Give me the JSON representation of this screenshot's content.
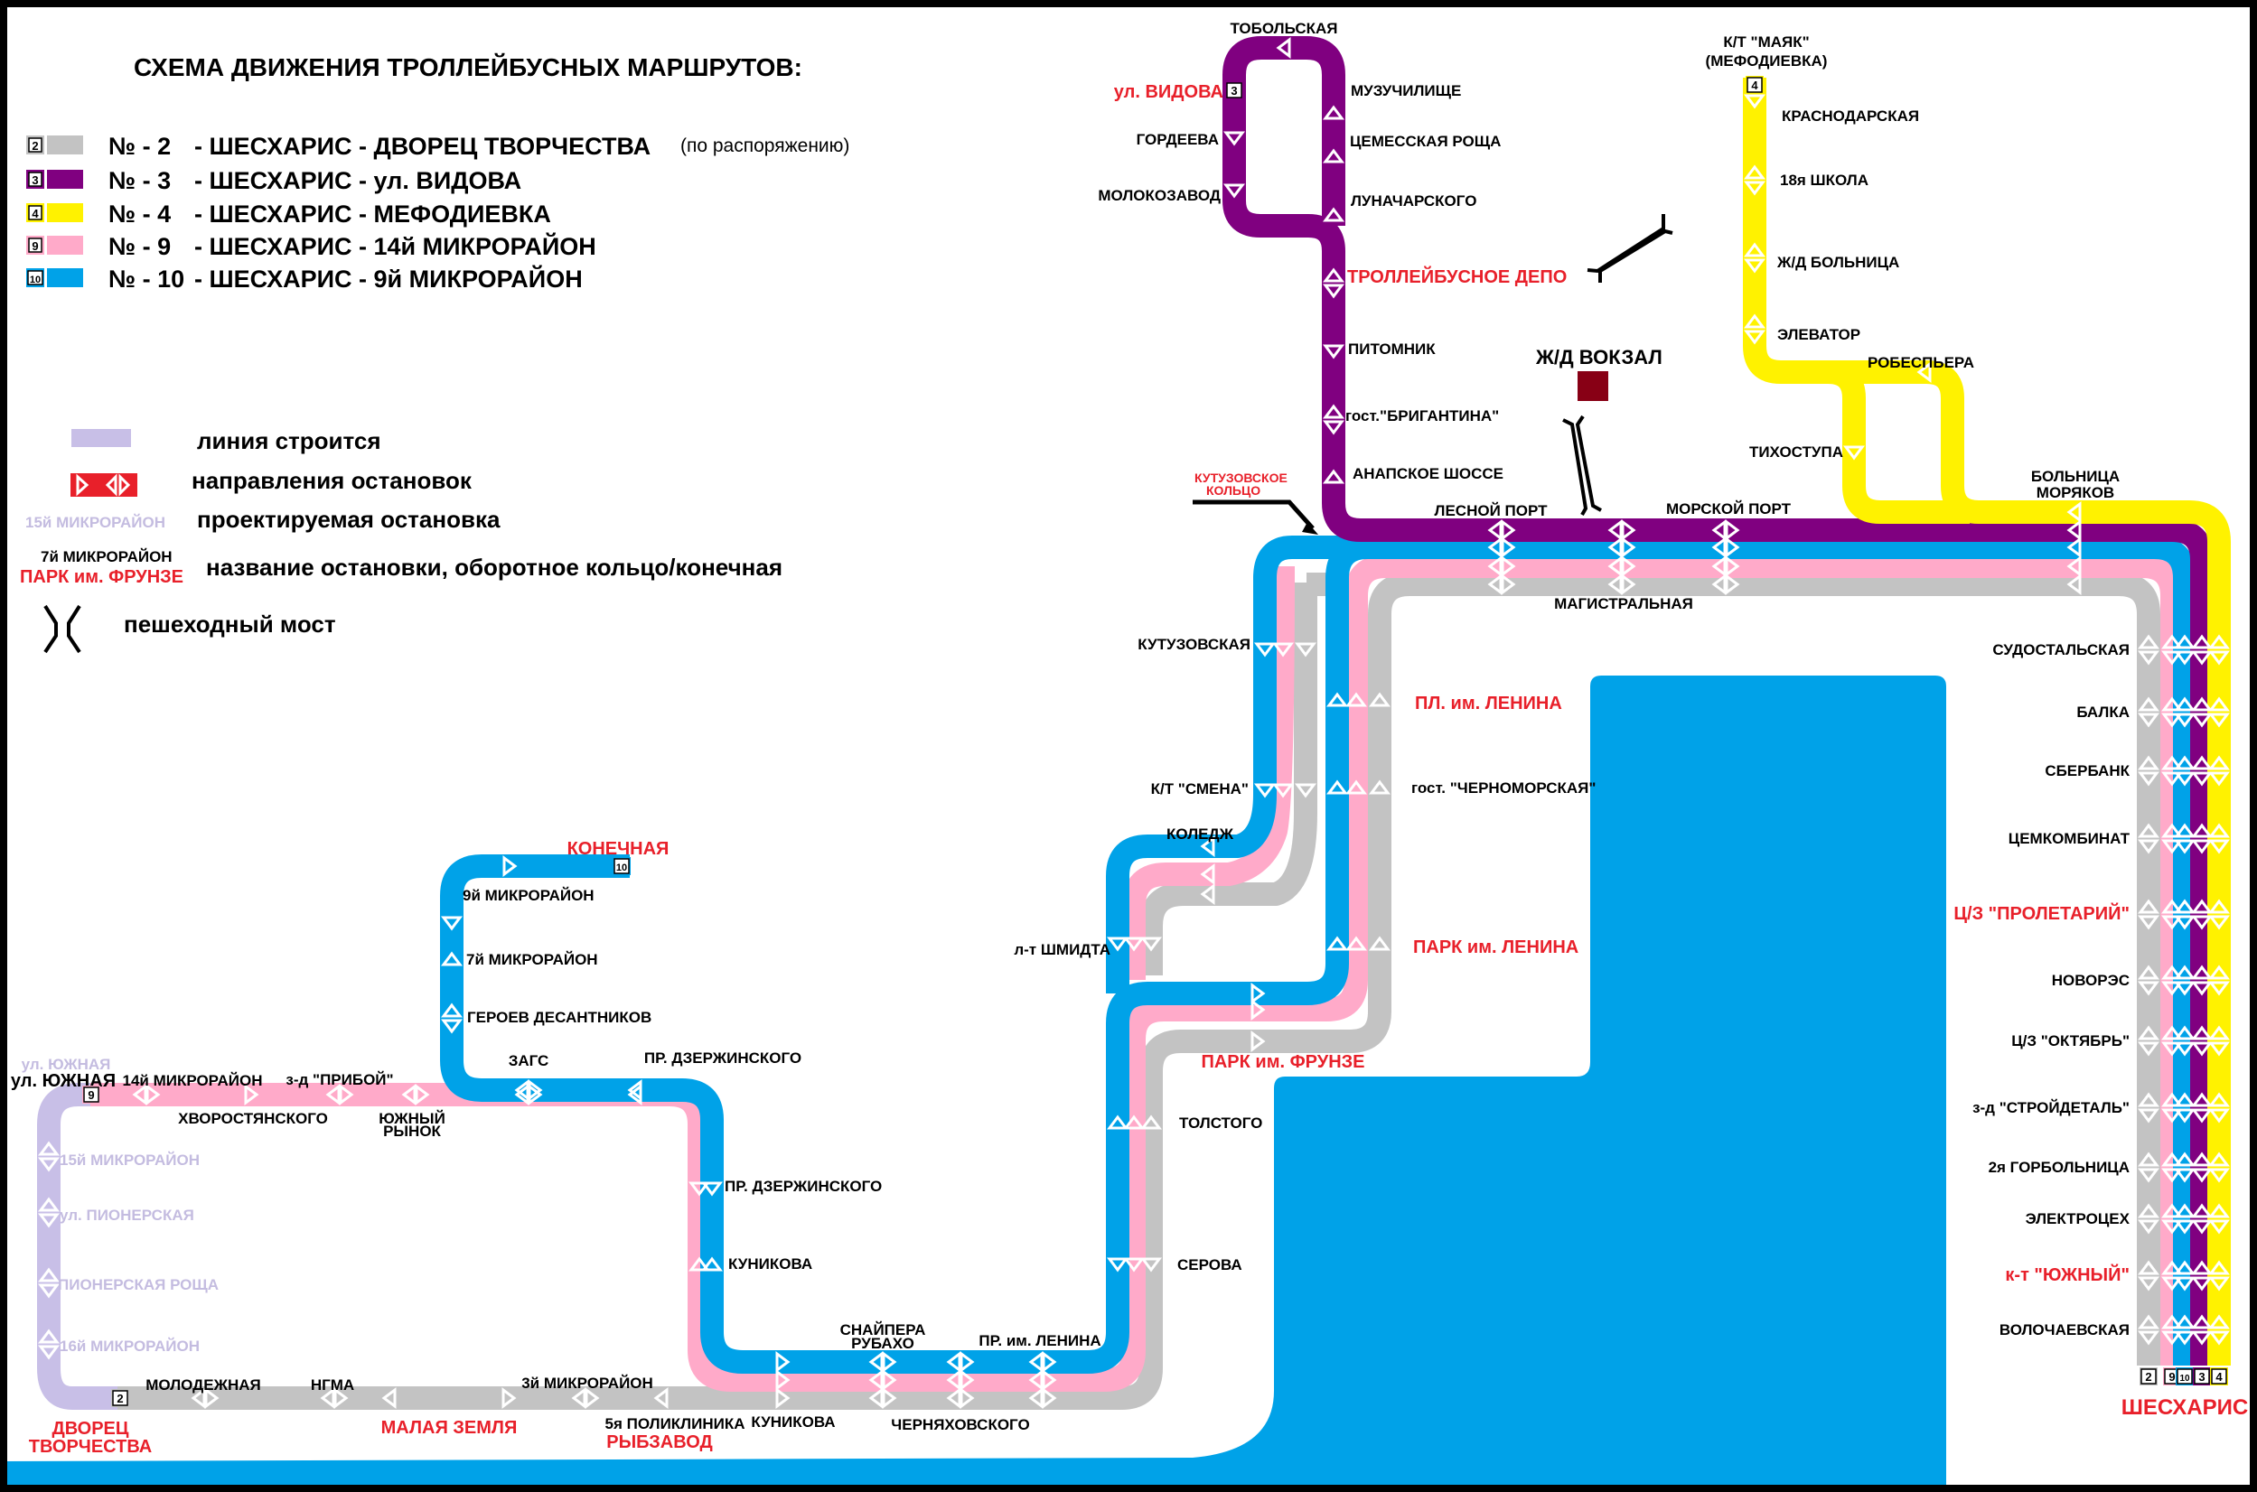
{
  "title": "СХЕМА ДВИЖЕНИЯ ТРОЛЛЕЙБУСНЫХ  МАРШРУТОВ:",
  "colors": {
    "route2": "#c3c3c3",
    "route3": "#800080",
    "route4": "#fff200",
    "route9": "#ffaac9",
    "route10": "#00a2e8",
    "construction": "#c8bfe7",
    "water": "#00a2e8",
    "station_building": "#880015",
    "red_text": "#e8202a"
  },
  "routes_legend": [
    {
      "number": "2",
      "prefix": "№ -  2",
      "text": "- ШЕСХАРИС - ДВОРЕЦ  ТВОРЧЕСТВА",
      "note": "(по распоряжению)",
      "color": "#c3c3c3"
    },
    {
      "number": "3",
      "prefix": "№ -  3",
      "text": "- ШЕСХАРИС - ул. ВИДОВА",
      "note": "",
      "color": "#800080"
    },
    {
      "number": "4",
      "prefix": "№ -  4",
      "text": "- ШЕСХАРИС - МЕФОДИЕВКА",
      "note": "",
      "color": "#fff200"
    },
    {
      "number": "9",
      "prefix": "№ -  9",
      "text": "- ШЕСХАРИС - 14й МИКРОРАЙОН",
      "note": "",
      "color": "#ffaac9"
    },
    {
      "number": "10",
      "prefix": "№ - 10",
      "text": "- ШЕСХАРИС - 9й МИКРОРАЙОН",
      "note": "",
      "color": "#00a2e8"
    }
  ],
  "symbols_legend": {
    "construction": "линия строится",
    "directions": "направления остановок",
    "projected_sample": "15й МИКРОРАЙОН",
    "projected": "проектируемая остановка",
    "name_sample_stop": "7й МИКРОРАЙОН",
    "name_sample_terminal": "ПАРК им. ФРУНЗЕ",
    "name_desc": "название остановки, оборотное кольцо/конечная",
    "bridge": "пешеходный мост"
  },
  "route3_stops": {
    "tobolskaya": "ТОБОЛЬСКАЯ",
    "vidova": "ул. ВИДОВА",
    "gordeeva": "ГОРДЕЕВА",
    "molokozavod": "МОЛОКОЗАВОД",
    "muzuchilische": "МУЗУЧИЛИЩЕ",
    "cemesskaya": "ЦЕМЕССКАЯ РОЩА",
    "lunacharskogo": "ЛУНАЧАРСКОГО",
    "depo": "ТРОЛЛЕЙБУСНОЕ ДЕПО",
    "pitomnik": "ПИТОМНИК",
    "brigantina": "гост.\"БРИГАНТИНА\"",
    "anapskoe": "АНАПСКОЕ ШОССЕ"
  },
  "route4_stops": {
    "mayak_1": "К/Т \"МАЯК\"",
    "mayak_2": "(МЕФОДИЕВКА)",
    "krasnodarskaya": "КРАСНОДАРСКАЯ",
    "school18": "18я ШКОЛА",
    "zd_hospital": "Ж/Д БОЛЬНИЦА",
    "elevator": "ЭЛЕВАТОР",
    "robespiera": "РОБЕСПЬЕРА",
    "tikhostupa": "ТИХОСТУПА",
    "bolnica_1": "БОЛЬНИЦА",
    "bolnica_2": "МОРЯКОВ"
  },
  "railway_station": "Ж/Д ВОКЗАЛ",
  "trunk_stops": {
    "kutuzov_ring_1": "КУТУЗОВСКОЕ",
    "kutuzov_ring_2": "КОЛЬЦО",
    "lesnoy": "ЛЕСНОЙ ПОРТ",
    "morskoy": "МОРСКОЙ ПОРТ",
    "magistralnaya": "МАГИСТРАЛЬНАЯ"
  },
  "right_stops": [
    {
      "name": "СУДОСТАЛЬСКАЯ",
      "terminal": false
    },
    {
      "name": "БАЛКА",
      "terminal": false
    },
    {
      "name": "СБЕРБАНК",
      "terminal": false
    },
    {
      "name": "ЦЕМКОМБИНАТ",
      "terminal": false
    },
    {
      "name": "Ц/З \"ПРОЛЕТАРИЙ\"",
      "terminal": true
    },
    {
      "name": "НОВОРЭС",
      "terminal": false
    },
    {
      "name": "Ц/З \"ОКТЯБРЬ\"",
      "terminal": false
    },
    {
      "name": "з-д \"СТРОЙДЕТАЛЬ\"",
      "terminal": false
    },
    {
      "name": "2я ГОРБОЛЬНИЦА",
      "terminal": false
    },
    {
      "name": "ЭЛЕКТРОЦЕХ",
      "terminal": false
    },
    {
      "name": "к-т \"ЮЖНЫЙ\"",
      "terminal": true
    },
    {
      "name": "ВОЛОЧАЕВСКАЯ",
      "terminal": false
    }
  ],
  "sheskharis": {
    "name": "ШЕСХАРИС",
    "badges": [
      "2",
      "9",
      "10",
      "3",
      "4"
    ]
  },
  "center_stops": {
    "kutuzovskaya": "КУТУЗОВСКАЯ",
    "smena": "К/Т \"СМЕНА\"",
    "koledzh": "КОЛЕДЖ",
    "shmidta": "л-т ШМИДТА",
    "pl_lenina": "ПЛ. им. ЛЕНИНА",
    "chernomorskaya": "гост. \"ЧЕРНОМОРСКАЯ\"",
    "park_lenina": "ПАРК им. ЛЕНИНА",
    "park_frunze": "ПАРК им. ФРУНЗЕ",
    "tolstogo": "ТОЛСТОГО",
    "serova": "СЕРОВА"
  },
  "route10_branch": {
    "konechnaya": "КОНЕЧНАЯ",
    "badge": "10",
    "mkr9": "9й МИКРОРАЙОН",
    "mkr7": "7й МИКРОРАЙОН",
    "geroev": "ГЕРОЕВ ДЕСАНТНИКОВ",
    "zags": "ЗАГС",
    "dzerzh_top": "ПР. ДЗЕРЖИНСКОГО",
    "dzerzh_side": "ПР. ДЗЕРЖИНСКОГО",
    "kunikova_side": "КУНИКОВА"
  },
  "route9_branch": {
    "yuzhnaya_proj": "ул. ЮЖНАЯ",
    "yuzhnaya": "ул. ЮЖНАЯ",
    "badge": "9",
    "mkr14": "14й МИКРОРАЙОН",
    "priboy": "з-д \"ПРИБОЙ\"",
    "khvorostyanskogo": "ХВОРОСТЯНСКОГО",
    "rynok_1": "ЮЖНЫЙ",
    "rynok_2": "РЫНОК"
  },
  "construction_stops": [
    "15й МИКРОРАЙОН",
    "ул. ПИОНЕРСКАЯ",
    "ПИОНЕРСКАЯ РОЩА",
    "16й МИКРОРАЙОН"
  ],
  "bottom_stops": {
    "badge2": "2",
    "dvorec_1": "ДВОРЕЦ",
    "dvorec_2": "ТВОРЧЕСТВА",
    "molodezhnaya": "МОЛОДЕЖНАЯ",
    "ngma": "НГМА",
    "malaya_zemlya": "МАЛАЯ ЗЕМЛЯ",
    "mkr3": "3й МИКРОРАЙОН",
    "polyclinic": "5я ПОЛИКЛИНИКА",
    "rybzavod": "РЫБЗАВОД",
    "kunikova": "КУНИКОВА",
    "snaipera_1": "СНАЙПЕРА",
    "snaipera_2": "РУБАХО",
    "chernyakhovskogo": "ЧЕРНЯХОВСКОГО",
    "pr_lenina": "ПР. им. ЛЕНИНА"
  }
}
